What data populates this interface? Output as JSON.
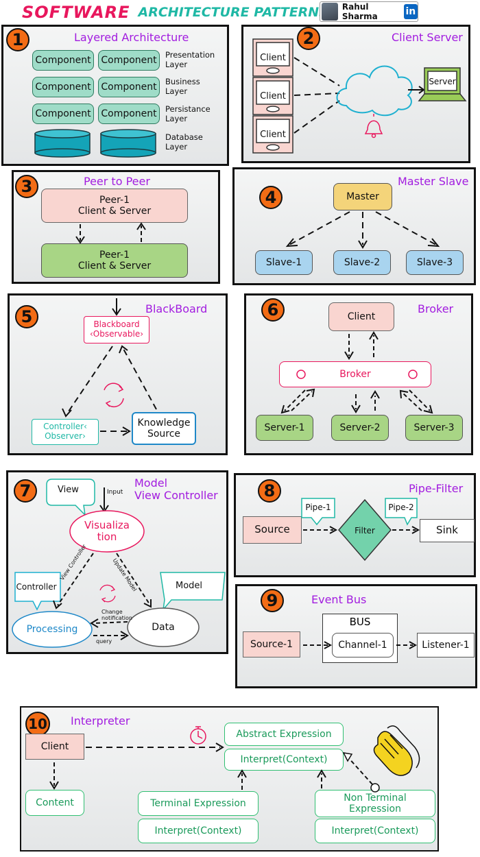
{
  "header": {
    "title_part1": "SOFTWARE",
    "title_part2": "ARCHITECTURE PATTERNS",
    "author": "Rahul Sharma",
    "author_badge": "in"
  },
  "p1": {
    "num": "1",
    "title": "Layered Architecture",
    "component": "Component",
    "layers": [
      "Presentation Layer",
      "Business Layer",
      "Persistance Layer",
      "Database Layer"
    ]
  },
  "p2": {
    "num": "2",
    "title": "Client Server",
    "clients": [
      "Client",
      "Client",
      "Client"
    ],
    "server": "Server"
  },
  "p3": {
    "num": "3",
    "title": "Peer to Peer",
    "peer_name": "Peer-1",
    "peer_role": "Client & Server"
  },
  "p4": {
    "num": "4",
    "title": "Master Slave",
    "master": "Master",
    "slaves": [
      "Slave-1",
      "Slave-2",
      "Slave-3"
    ]
  },
  "p5": {
    "num": "5",
    "title": "BlackBoard",
    "blackboard": "Blackboard",
    "blackboard_sub": "‹Observable›",
    "controller": "Controller‹",
    "controller_sub": "Observer›",
    "knowledge": "Knowledge",
    "knowledge_sub": "Source"
  },
  "p6": {
    "num": "6",
    "title": "Broker",
    "client": "Client",
    "broker": "Broker",
    "servers": [
      "Server-1",
      "Server-2",
      "Server-3"
    ]
  },
  "p7": {
    "num": "7",
    "title_line1": "Model",
    "title_line2": "View Controller",
    "view": "View",
    "input": "Input",
    "visual_1": "Visualiza",
    "visual_2": "tion",
    "controller": "Controller",
    "model": "Model",
    "processing": "Processing",
    "data": "Data",
    "view_controller": "View Controller",
    "update_model": "Update Model",
    "change": "Change",
    "notification": "notification",
    "query": "query"
  },
  "p8": {
    "num": "8",
    "title": "Pipe-Filter",
    "source": "Source",
    "pipe1": "Pipe-1",
    "filter": "Filter",
    "pipe2": "Pipe-2",
    "sink": "Sink"
  },
  "p9": {
    "num": "9",
    "title": "Event Bus",
    "source": "Source-1",
    "bus": "BUS",
    "channel": "Channel-1",
    "listener": "Listener-1"
  },
  "p10": {
    "num": "10",
    "title": "Interpreter",
    "client": "Client",
    "content": "Content",
    "abstract": "Abstract Expression",
    "interpret": "Interpret(Context)",
    "terminal": "Terminal Expression",
    "nonterminal_1": "Non Terminal",
    "nonterminal_2": "Expression"
  },
  "colors": {
    "accent_purple": "#a21cdf",
    "number_orange": "#f36c15",
    "title_pink": "#e8175d",
    "title_teal": "#1fb8a5",
    "interpreter_green": "#2fbf71",
    "linkedin_blue": "#0a66c2"
  },
  "icons": [
    "avatar",
    "linkedin-icon",
    "cloud-icon",
    "bell-icon",
    "laptop-icon",
    "database-icon",
    "cycle-icon",
    "stopwatch-icon",
    "clap-icon",
    "speech-bubble-icon"
  ]
}
